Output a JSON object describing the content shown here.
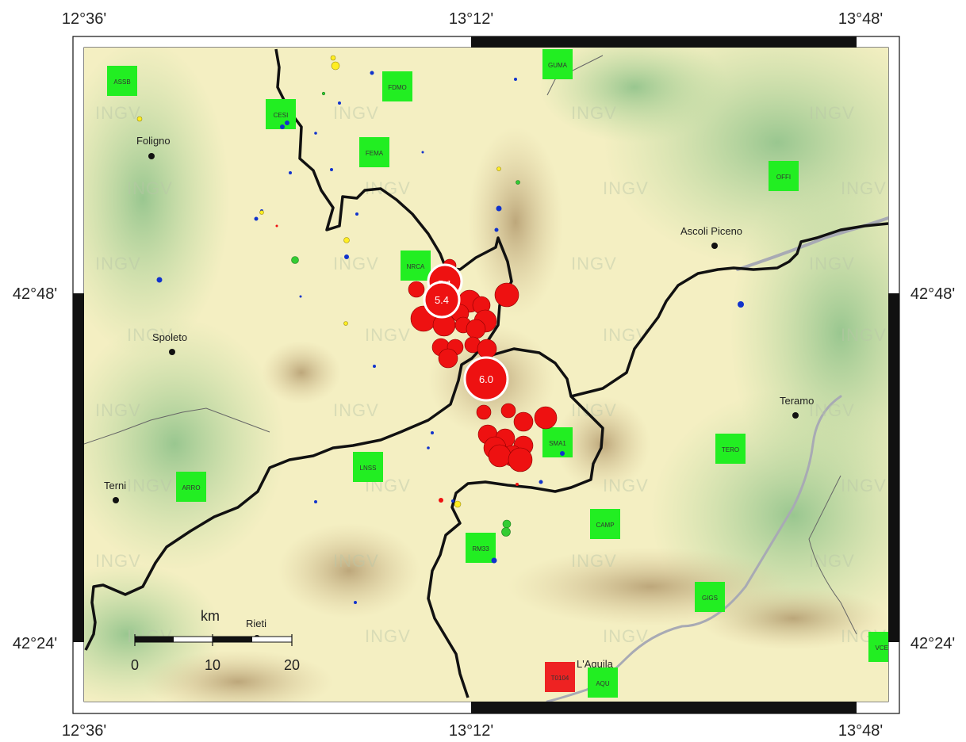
{
  "map": {
    "watermark": "INGV",
    "lon_labels": {
      "left": "12°36'",
      "center": "13°12'",
      "right": "13°48'"
    },
    "lat_labels": {
      "top": "42°48'",
      "bottom": "42°24'"
    },
    "scale_bar": {
      "unit": "km",
      "ticks": [
        "0",
        "10",
        "20"
      ]
    },
    "cities": [
      {
        "name": "Foligno"
      },
      {
        "name": "Spoleto"
      },
      {
        "name": "Terni"
      },
      {
        "name": "Rieti"
      },
      {
        "name": "Ascoli Piceno"
      },
      {
        "name": "Teramo"
      },
      {
        "name": "L'Aquila"
      }
    ],
    "stations": [
      {
        "code": "ASSB",
        "status": "active"
      },
      {
        "code": "CESI",
        "status": "active"
      },
      {
        "code": "FDMO",
        "status": "active"
      },
      {
        "code": "FEMA",
        "status": "active"
      },
      {
        "code": "GUMA",
        "status": "active"
      },
      {
        "code": "OFFI",
        "status": "active"
      },
      {
        "code": "NRCA",
        "status": "active"
      },
      {
        "code": "SMA1",
        "status": "active"
      },
      {
        "code": "TERO",
        "status": "active"
      },
      {
        "code": "LNSS",
        "status": "active"
      },
      {
        "code": "ARRO",
        "status": "active"
      },
      {
        "code": "CAMP",
        "status": "active"
      },
      {
        "code": "RM33",
        "status": "active"
      },
      {
        "code": "GIGS",
        "status": "active"
      },
      {
        "code": "VCEL",
        "status": "active"
      },
      {
        "code": "AQU",
        "status": "active"
      },
      {
        "code": "T0104",
        "status": "inactive"
      }
    ],
    "labeled_events": [
      {
        "magnitude": "5.1"
      },
      {
        "magnitude": "5.4"
      },
      {
        "magnitude": "6.0"
      }
    ],
    "colors": {
      "station_active": "#22ee22",
      "station_inactive": "#ee2222",
      "event_large": "#ee1111",
      "event_medium": "#ffee22",
      "event_small_blue": "#1133cc",
      "event_small_green": "#33cc33",
      "boundary": "#111111",
      "river": "#a8aab4"
    }
  }
}
